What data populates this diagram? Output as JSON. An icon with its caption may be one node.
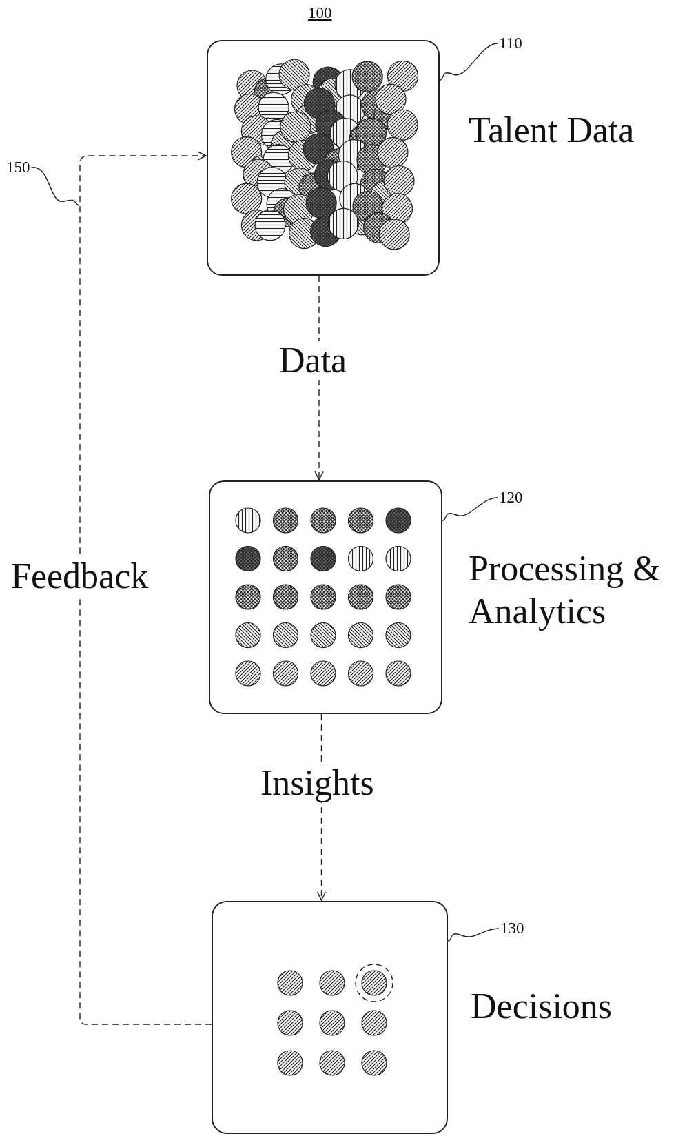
{
  "diagram": {
    "nodes": [
      {
        "text": [
          "Talent Data"
        ]
      },
      {
        "text": [
          "Processing & Analytics"
        ]
      },
      {
        "text": [
          "Decisions"
        ]
      },
      {
        "text": [
          "110"
        ]
      },
      {
        "text": [
          "120"
        ]
      },
      {
        "text": [
          "130"
        ]
      },
      {
        "text": [
          "150"
        ]
      }
    ],
    "edges": [
      {
        "from": 0,
        "to": 1,
        "arrow": "to",
        "label": "Data",
        "style": "dashed"
      },
      {
        "from": 1,
        "to": 2,
        "arrow": "to",
        "label": "Insights",
        "style": "dashed"
      },
      {
        "from": 2,
        "to": 0,
        "arrow": "to",
        "label": "Feedback",
        "style": "dashed"
      },
      {
        "from": 3,
        "to": 0,
        "arrow": "none"
      },
      {
        "from": 4,
        "to": 1,
        "arrow": "none"
      },
      {
        "from": 5,
        "to": 2,
        "arrow": "none"
      },
      {
        "from": 6,
        "to": null,
        "arrow": "none"
      }
    ],
    "labels": [
      "100"
    ]
  }
}
